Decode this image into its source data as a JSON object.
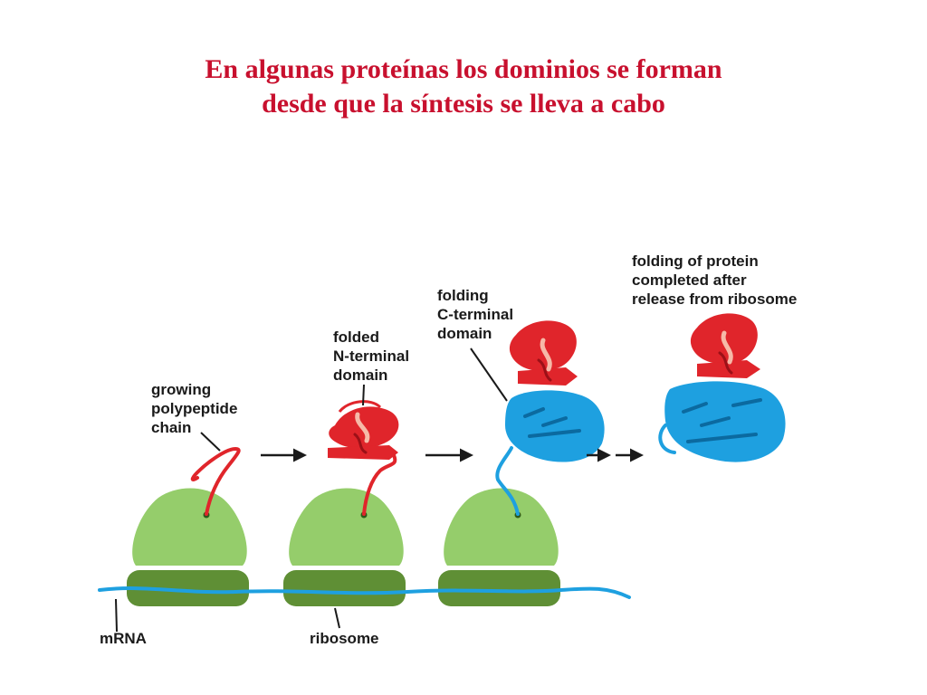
{
  "title": {
    "line1": "En algunas proteínas los dominios se forman",
    "line2": "desde que la síntesis se lleva a cabo"
  },
  "labels": {
    "growing": [
      "growing",
      "polypeptide",
      "chain"
    ],
    "folded_n": [
      "folded",
      "N-terminal",
      "domain"
    ],
    "folding_c": [
      "folding",
      "C-terminal",
      "domain"
    ],
    "completed": [
      "folding of protein",
      "completed after",
      "release from ribosome"
    ],
    "mrna": "mRNA",
    "ribosome": "ribosome"
  },
  "colors": {
    "title": "#c8102e",
    "ribosome_large": "#95cd6b",
    "ribosome_small": "#5f8f35",
    "mrna": "#1ea0e0",
    "n_domain": "#e0252b",
    "c_domain": "#1ea0e0"
  }
}
